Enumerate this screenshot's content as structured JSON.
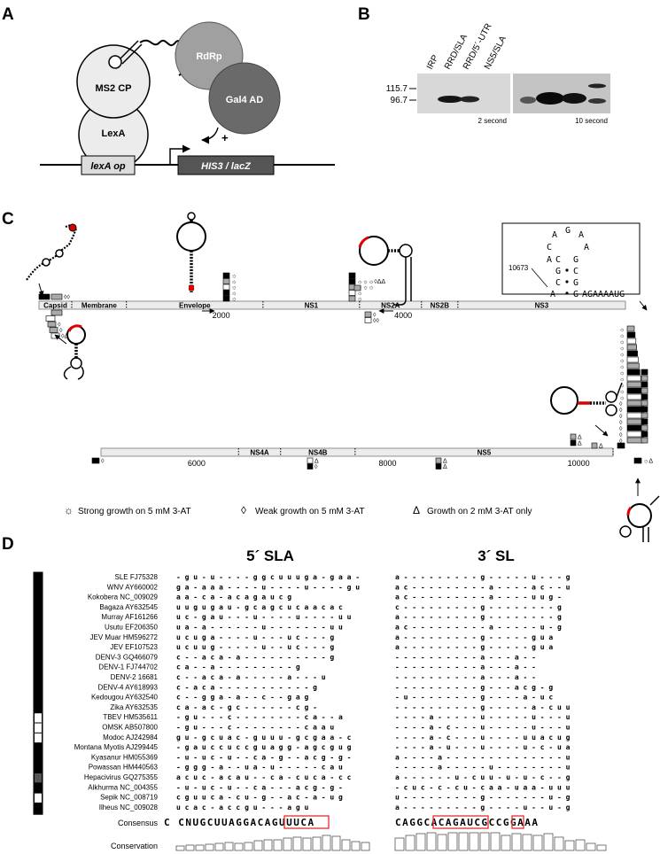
{
  "panels": {
    "a": "A",
    "b": "B",
    "c": "C",
    "d": "D"
  },
  "panelA": {
    "ms2": "MS2 CP",
    "lexa": "LexA",
    "rdrp": "RdRp",
    "gal4": "Gal4 AD",
    "plus": "+",
    "lexaop": "lexA op",
    "his3": "HIS3 / lacZ"
  },
  "panelB": {
    "lanes": [
      "IRP",
      "RRD/SLA",
      "RRD/5´-UTR",
      "NS5/SLA"
    ],
    "mw": [
      "115.7",
      "96.7"
    ],
    "exposures": [
      "2 second",
      "10 second"
    ]
  },
  "panelC": {
    "genes_top": [
      {
        "name": "Capsid",
        "start": 0,
        "end": 360
      },
      {
        "name": "Membrane",
        "start": 360,
        "end": 960
      },
      {
        "name": "Envelope",
        "start": 960,
        "end": 2460
      },
      {
        "name": "NS1",
        "start": 2460,
        "end": 3520
      },
      {
        "name": "NS2A",
        "start": 3520,
        "end": 4200
      },
      {
        "name": "NS2B",
        "start": 4200,
        "end": 4600
      },
      {
        "name": "NS3",
        "start": 4600,
        "end": 6440
      }
    ],
    "genes_bottom": [
      {
        "name": "NS4A",
        "start": 6440,
        "end": 6880
      },
      {
        "name": "NS4B",
        "start": 6880,
        "end": 7660
      },
      {
        "name": "NS5",
        "start": 7660,
        "end": 10360
      }
    ],
    "ticks_top": [
      "2000",
      "4000"
    ],
    "ticks_bottom": [
      "6000",
      "8000",
      "10000"
    ],
    "inset": {
      "pos": "10673",
      "tail": "AGAAAAUG",
      "loop": [
        "A",
        "G",
        "A",
        "C",
        "A",
        "A"
      ],
      "stem_left": [
        "C",
        "G",
        "C",
        "A"
      ],
      "stem_right": [
        "G",
        "C",
        "G",
        "G"
      ]
    },
    "legend": [
      {
        "symbol": "☼",
        "text": "Strong growth on 5 mM 3-AT"
      },
      {
        "symbol": "◊",
        "text": "Weak growth on 5 mM 3-AT"
      },
      {
        "symbol": "Δ",
        "text": "Growth on 2 mM 3-AT only"
      }
    ]
  },
  "panelD": {
    "title_5": "5´ SLA",
    "title_3": "3´ SL",
    "consensus_label": "Consensus",
    "conservation_label": "Conservation",
    "consensus_5": "C CNUGCUUAGGACAGUUUCA",
    "consensus_3": "CAGGCACAGAUCGCCGGAAA",
    "strains": [
      {
        "name": "SLE FJ75328",
        "s5": "- g u - u - - - - g g c u u u g a - g a a -",
        "s3": "a - - - - - - - - - g - - - - - u - - - g"
      },
      {
        "name": "WNV AY660002",
        "s5": "g a - a a a - - - - u - - - - u - - - - g u",
        "s3": "a c - - - - - - - - - a - - - - a c - - u"
      },
      {
        "name": "Kokobera NC_009029",
        "s5": "a a - c a - a c a g a u c g",
        "s3": "a c - - - - - - - - - a - - - - u u g -"
      },
      {
        "name": "Bagaza AY632545",
        "s5": "u u g u g a u - g   c a g c u c a a c a c",
        "s3": "c - - - - - - - - - g - - - - - - - - g"
      },
      {
        "name": "Murray AF161266",
        "s5": "u c - g a u - - - u - - - - u - - - - u u",
        "s3": "a - - - - - - - - - g - - - - - - - - g"
      },
      {
        "name": "Usutu EF206350",
        "s5": "u a - a - - - - - - u - - - - - - - u u",
        "s3": "a c - - - - - - - - - a - - - - - u - g"
      },
      {
        "name": "JEV Muar HM596272",
        "s5": "u c u g a - - - - u - - - u c - - - g",
        "s3": "a - - - - - - - - - g - - - - - g u a"
      },
      {
        "name": "JEV EF107523",
        "s5": "u c u u g - - - - - u - - u c - - - g",
        "s3": "a - - - - - - - - - g - - - - - g u a"
      },
      {
        "name": "DENV-3 GQ466079",
        "s5": "c - - a c a - a - - - - - - - - - - g",
        "s3": "- - - - - - - - - - a - - - a - -"
      },
      {
        "name": "DENV-1 FJ744702",
        "s5": "c a - - a - - - - - - - - - g",
        "s3": "- - - - - - - - - - a - - - a - -"
      },
      {
        "name": "DENV-2 16681",
        "s5": "c - - a c a - a - - - - - a - - - u",
        "s3": "- - - - - - - - - - a - - - a - -"
      },
      {
        "name": "DENV-4 AY618993",
        "s5": "c - a c a - - - - - - - - - - - g",
        "s3": "- - - - - - - - - - g - - - a c g - g"
      },
      {
        "name": "Kedougou AY632540",
        "s5": "c - - g g a - a - - c -   - g a g",
        "s3": "- u - - - - - - - - g - - - - a - u c"
      },
      {
        "name": "Zika AY632535",
        "s5": "c a - a c - g c - - - - - - c g -",
        "s3": "- - - - - - - - - - g - - - - - a - c u u"
      },
      {
        "name": "TBEV HM535611",
        "s5": "- g u - - - c - - - - - - - - c a - - a",
        "s3": "- - - - a - - - - - u - - - - - u - - - u"
      },
      {
        "name": "OMSK AB507800",
        "s5": "- g u - - - c - - - - - - - - c a a u",
        "s3": "- - - - a - c - - - u - - - - - u - - - u"
      },
      {
        "name": "Modoc AJ242984",
        "s5": "g u - g c u a c - g u u u - g c g a a - c",
        "s3": "- - - - a - c - - - u - - - - u u a c u g"
      },
      {
        "name": "Montana Myotis AJ299445",
        "s5": "- g a u c c u c c g u a g g - a g c g u g",
        "s3": "- - - - a - u - - - u - - - - u - c - u a"
      },
      {
        "name": "Kyasanur HM055369",
        "s5": "- u - u c - u - - c a - g - - a c g - g -",
        "s3": "a - - - - a - - - - - - - - - - - - - - u"
      },
      {
        "name": "Powassan HM440563",
        "s5": "- g g g - a - - u a - u - - - - - c a u",
        "s3": "- - - - - a - - - - - u - - - - - - - - u"
      },
      {
        "name": "Hepacivirus GQ275355",
        "s5": "a c u c - a c a u - - c a - c u c a - c c",
        "s3": "a - - - - - - u - c u u - u - u - c - - g"
      },
      {
        "name": "Alkhurma NC_004355",
        "s5": "- u - u c - u - - c a - - - a c g - g -",
        "s3": "- c u c - c - c u - c a a - u a a - u u u"
      },
      {
        "name": "Sepik NC_008719",
        "s5": "c g u u c a - c u - g - - a c - a - u g",
        "s3": "u - - - - - - - - - g - - - - - - - u - g"
      },
      {
        "name": "Ilheus NC_009028",
        "s5": "u c a       c -   a c c g u - - - a g u",
        "s3": "a - - - - - - - - - g - - - - u - - u - g"
      }
    ],
    "conservation_5": [
      0.25,
      0.3,
      0.3,
      0.35,
      0.4,
      0.45,
      0.4,
      0.45,
      0.55,
      0.6,
      0.6,
      0.7,
      0.75,
      0.7,
      0.75,
      0.85,
      0.8,
      0.6,
      0.5,
      0.45
    ],
    "conservation_3": [
      0.7,
      0.85,
      0.95,
      1.0,
      0.9,
      1.0,
      1.0,
      1.0,
      1.0,
      1.0,
      0.85,
      0.95,
      0.9,
      0.85,
      0.95,
      0.75,
      0.55,
      0.6,
      0.4,
      0.3
    ]
  }
}
